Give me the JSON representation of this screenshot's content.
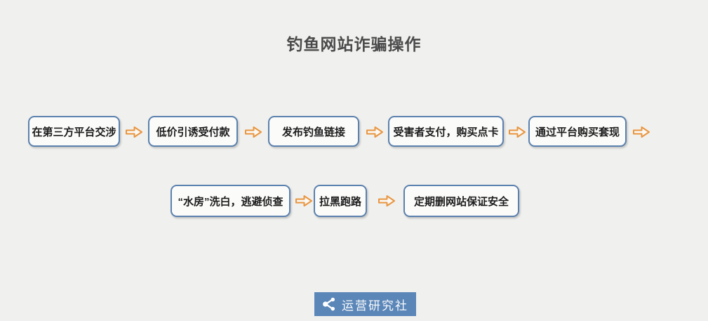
{
  "title": "钓鱼网站诈骗操作",
  "colors": {
    "background": "#f0f0ee",
    "box_border": "#5b81ae",
    "box_fill": "#fbfbfa",
    "box_text": "#1c1c1c",
    "arrow_outline": "#e9953f",
    "title_text": "#4a4a4a",
    "logo_background": "#5b86b8",
    "logo_text": "#ffffff"
  },
  "flow": {
    "row1": [
      {
        "label": "在第三方平台交涉"
      },
      {
        "label": "低价引诱受付款"
      },
      {
        "label": "发布钓鱼链接"
      },
      {
        "label": "受害者支付，购买点卡"
      },
      {
        "label": "通过平台购买套现"
      }
    ],
    "row2": [
      {
        "label": "“水房”洗白，逃避侦查"
      },
      {
        "label": "拉黑跑路"
      },
      {
        "label": "定期删网站保证安全"
      }
    ]
  },
  "footer": {
    "brand": "运营研究社",
    "icon": "share-icon"
  }
}
